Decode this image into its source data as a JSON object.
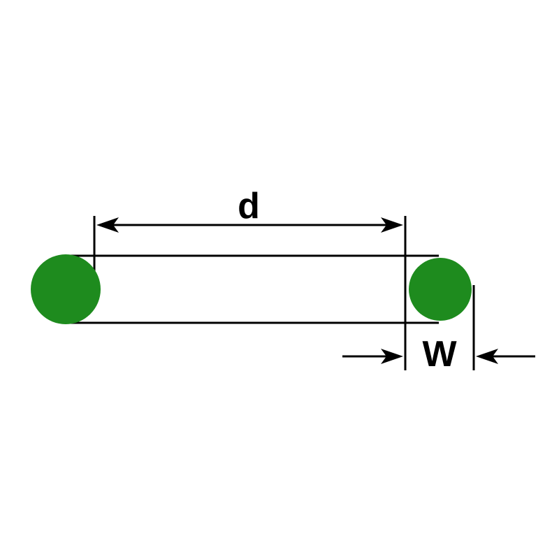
{
  "diagram": {
    "name": "o-ring-dimension-diagram",
    "labels": {
      "inner_diameter": "d",
      "cross_section_width": "W"
    },
    "colors": {
      "ring_fill": "#1e8b1e",
      "line": "#000000",
      "background": "#ffffff"
    }
  }
}
